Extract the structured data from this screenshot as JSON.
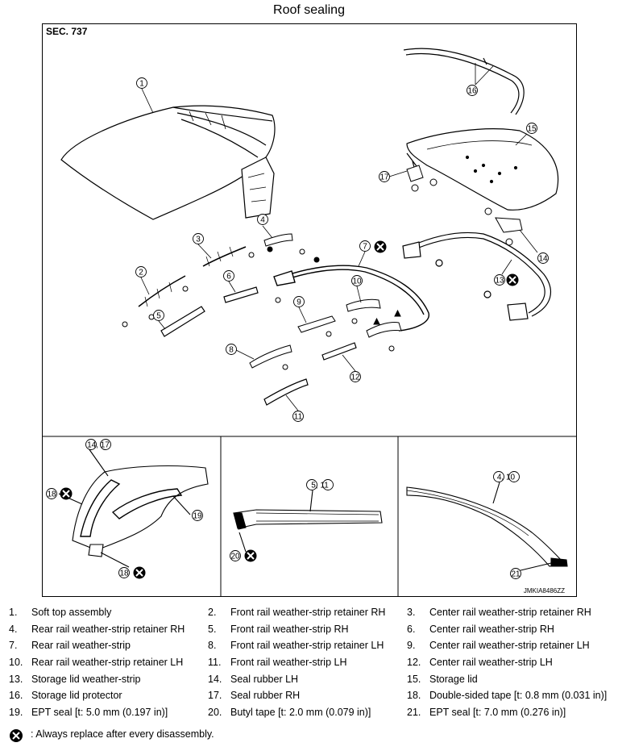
{
  "title": "Roof sealing",
  "section": "SEC. 737",
  "reference": "JMKIA8486ZZ",
  "callouts": {
    "c1": "1",
    "c2": "2",
    "c3": "3",
    "c4": "4",
    "c5": "5",
    "c6": "6",
    "c7": "7",
    "c8": "8",
    "c9": "9",
    "c10": "10",
    "c11": "11",
    "c12": "12",
    "c13": "13",
    "c15": "15",
    "c16": "16",
    "c17": "17",
    "c14": "14",
    "d1417": "14, 17",
    "d18a": "18",
    "d18b": "18",
    "d19": "19",
    "d511": "5, 11",
    "d20": "20",
    "d410": "4, 10",
    "d21": "21"
  },
  "legend": [
    [
      "1.",
      "Soft top assembly",
      "2.",
      "Front rail weather-strip retainer RH",
      "3.",
      "Center rail weather-strip retainer RH"
    ],
    [
      "4.",
      "Rear rail weather-strip retainer RH",
      "5.",
      "Front rail weather-strip RH",
      "6.",
      "Center rail weather-strip RH"
    ],
    [
      "7.",
      "Rear rail weather-strip",
      "8.",
      "Front rail weather-strip retainer LH",
      "9.",
      "Center rail weather-strip retainer LH"
    ],
    [
      "10.",
      "Rear rail weather-strip retainer LH",
      "11.",
      "Front rail weather-strip LH",
      "12.",
      "Center rail weather-strip LH"
    ],
    [
      "13.",
      "Storage lid weather-strip",
      "14.",
      "Seal rubber LH",
      "15.",
      "Storage lid"
    ],
    [
      "16.",
      "Storage lid protector",
      "17.",
      "Seal rubber RH",
      "18.",
      "Double-sided tape [t: 0.8 mm (0.031 in)]"
    ],
    [
      "19.",
      "EPT seal [t: 5.0 mm (0.197 in)]",
      "20.",
      "Butyl tape [t: 2.0 mm (0.079 in)]",
      "21.",
      "EPT seal [t: 7.0 mm (0.276 in)]"
    ]
  ],
  "note": ": Always replace after every disassembly."
}
